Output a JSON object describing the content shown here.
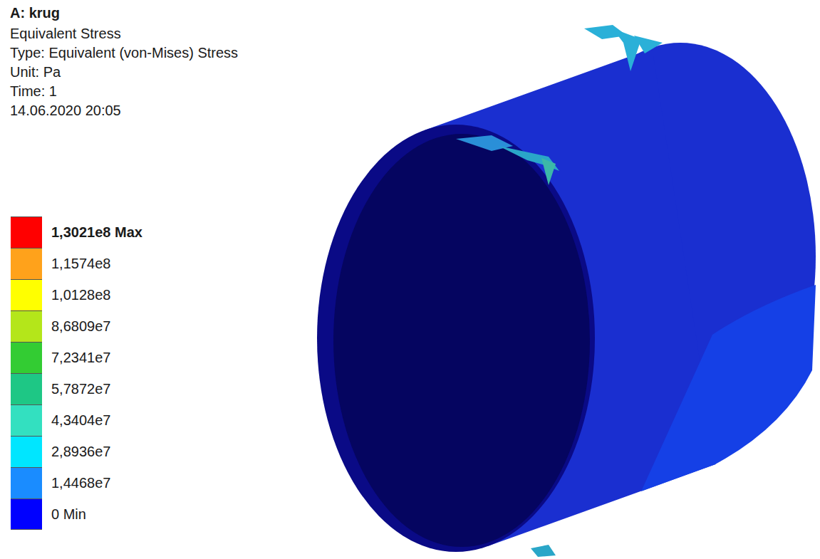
{
  "diagram": {
    "title": "A: krug",
    "labels": [
      "Equivalent Stress",
      "Type: Equivalent (von-Mises) Stress",
      "Unit: Pa",
      "Time: 1",
      "14.06.2020 20:05"
    ],
    "legend": [
      {
        "text": "1,3021e8 Max",
        "color": "#ff0000"
      },
      {
        "text": "1,1574e8",
        "color": "#ffa21b"
      },
      {
        "text": "1,0128e8",
        "color": "#ffff00"
      },
      {
        "text": "8,6809e7",
        "color": "#b4e61a"
      },
      {
        "text": "7,2341e7",
        "color": "#33cc33"
      },
      {
        "text": "5,7872e7",
        "color": "#1ec785"
      },
      {
        "text": "4,3404e7",
        "color": "#33e0c0"
      },
      {
        "text": "2,8936e7",
        "color": "#00e6ff"
      },
      {
        "text": "1,4468e7",
        "color": "#1a8cff"
      },
      {
        "text": "0 Min",
        "color": "#0000ff"
      }
    ]
  }
}
